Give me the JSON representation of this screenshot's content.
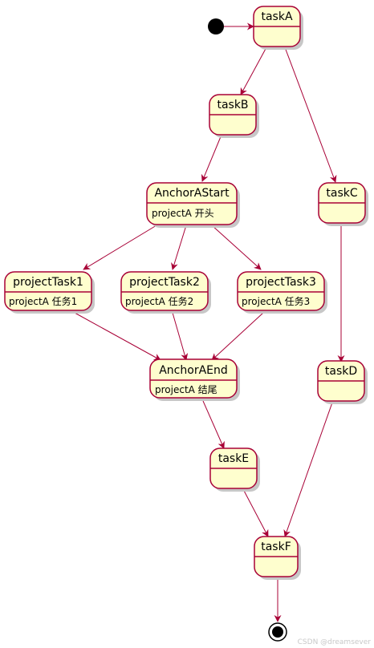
{
  "diagram": {
    "start_label": "",
    "states": {
      "taskA": {
        "title": "taskA",
        "desc": ""
      },
      "taskB": {
        "title": "taskB",
        "desc": ""
      },
      "taskC": {
        "title": "taskC",
        "desc": ""
      },
      "taskD": {
        "title": "taskD",
        "desc": ""
      },
      "anchorAStart": {
        "title": "AnchorAStart",
        "desc": "projectA 开头"
      },
      "projectTask1": {
        "title": "projectTask1",
        "desc": "projectA 任务1"
      },
      "projectTask2": {
        "title": "projectTask2",
        "desc": "projectA 任务2"
      },
      "projectTask3": {
        "title": "projectTask3",
        "desc": "projectA 任务3"
      },
      "anchorAEnd": {
        "title": "AnchorAEnd",
        "desc": "projectA 结尾"
      },
      "taskE": {
        "title": "taskE",
        "desc": ""
      },
      "taskF": {
        "title": "taskF",
        "desc": ""
      }
    },
    "colors": {
      "fill": "#FEFECE",
      "border": "#A80036",
      "arrow": "#A80036"
    }
  },
  "watermark": "CSDN @dreamsever"
}
